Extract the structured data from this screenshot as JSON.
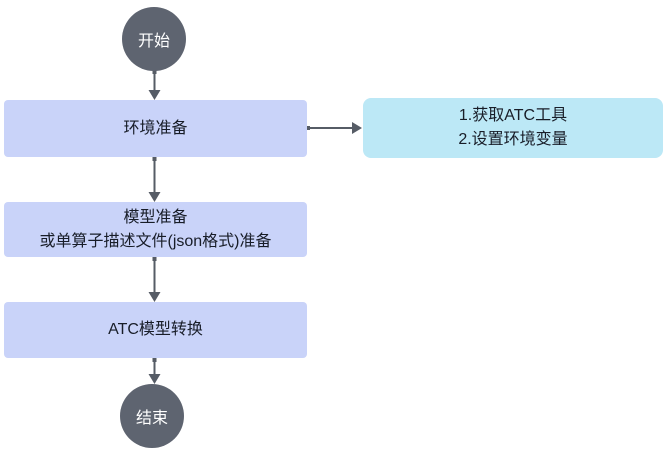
{
  "diagram": {
    "title": "ATC model conversion flowchart",
    "nodes": {
      "start": {
        "label": "开始"
      },
      "env_prep": {
        "label": "环境准备"
      },
      "atc_note": {
        "line1": "1.获取ATC工具",
        "line2": "2.设置环境变量"
      },
      "model_prep": {
        "line1": "模型准备",
        "line2": "或单算子描述文件(json格式)准备"
      },
      "atc_convert": {
        "label": "ATC模型转换"
      },
      "end": {
        "label": "结束"
      }
    },
    "colors": {
      "process_fill": "#c9d3f9",
      "note_fill": "#bce8f6",
      "terminal_fill": "#5e6470",
      "arrow": "#565c66",
      "text_dark": "#181d28",
      "text_light": "#ffffff"
    }
  }
}
